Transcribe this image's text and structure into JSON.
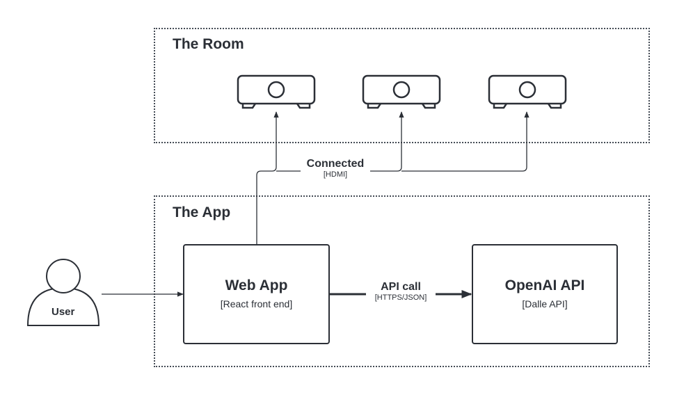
{
  "boundaries": {
    "room": {
      "title": "The Room"
    },
    "app": {
      "title": "The App"
    }
  },
  "actor": {
    "label": "User",
    "icon": "person-icon"
  },
  "components": {
    "web_app": {
      "title": "Web App",
      "subtitle": "[React front end]"
    },
    "openai_api": {
      "title": "OpenAI API",
      "subtitle": "[Dalle API]"
    }
  },
  "devices": [
    {
      "icon": "projector-icon"
    },
    {
      "icon": "projector-icon"
    },
    {
      "icon": "projector-icon"
    }
  ],
  "connections": {
    "hdmi": {
      "label": "Connected",
      "protocol": "[HDMI]"
    },
    "api": {
      "label": "API call",
      "protocol": "[HTTPS/JSON]"
    }
  },
  "colors": {
    "stroke": "#2b2f36",
    "background": "#ffffff"
  }
}
